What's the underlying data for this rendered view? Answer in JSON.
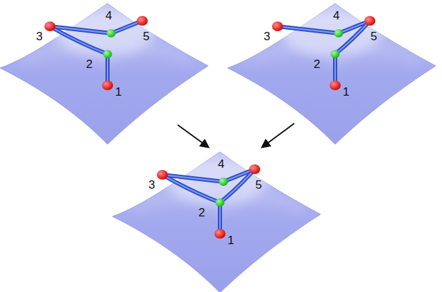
{
  "diagram": {
    "labels": [
      "3",
      "4",
      "5",
      "2",
      "1",
      "3",
      "4",
      "5",
      "2",
      "1",
      "3",
      "4",
      "5",
      "2",
      "1"
    ]
  }
}
